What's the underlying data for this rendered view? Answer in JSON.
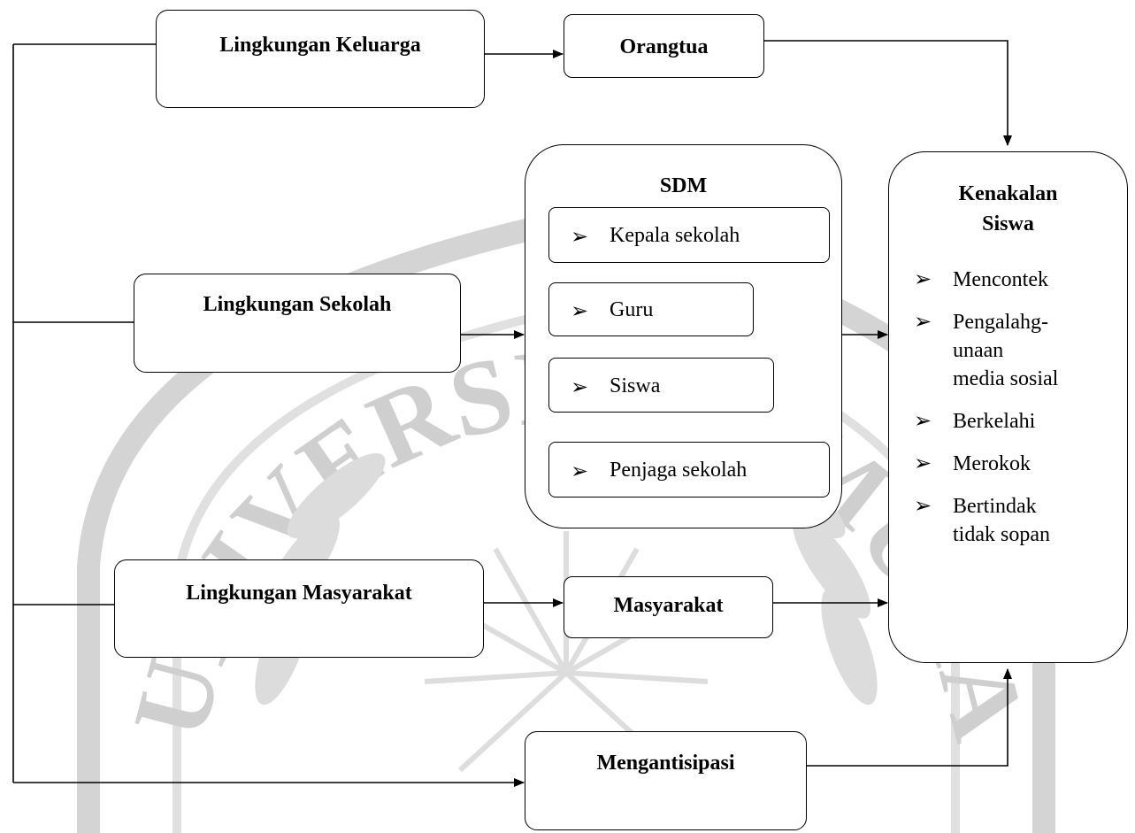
{
  "watermark": {
    "text": "UNIVERSITAS MUHAMMADIYAH"
  },
  "boxes": {
    "lingkungan_keluarga": "Lingkungan Keluarga",
    "orangtua": "Orangtua",
    "lingkungan_sekolah": "Lingkungan Sekolah",
    "lingkungan_masyarakat": "Lingkungan Masyarakat",
    "masyarakat": "Masyarakat",
    "mengantisipasi": "Mengantisipasi"
  },
  "sdm": {
    "title": "SDM",
    "bullet": "➢",
    "items": [
      "Kepala sekolah",
      "Guru",
      "Siswa",
      "Penjaga sekolah"
    ]
  },
  "kenakalan": {
    "title_line1": "Kenakalan",
    "title_line2": "Siswa",
    "bullet": "➢",
    "items": [
      {
        "lines": [
          "Mencontek"
        ]
      },
      {
        "lines": [
          "Pengalahg-",
          "unaan",
          "media sosial"
        ]
      },
      {
        "lines": [
          "Berkelahi"
        ]
      },
      {
        "lines": [
          "Merokok"
        ]
      },
      {
        "lines": [
          "Bertindak",
          "tidak sopan"
        ]
      }
    ]
  }
}
